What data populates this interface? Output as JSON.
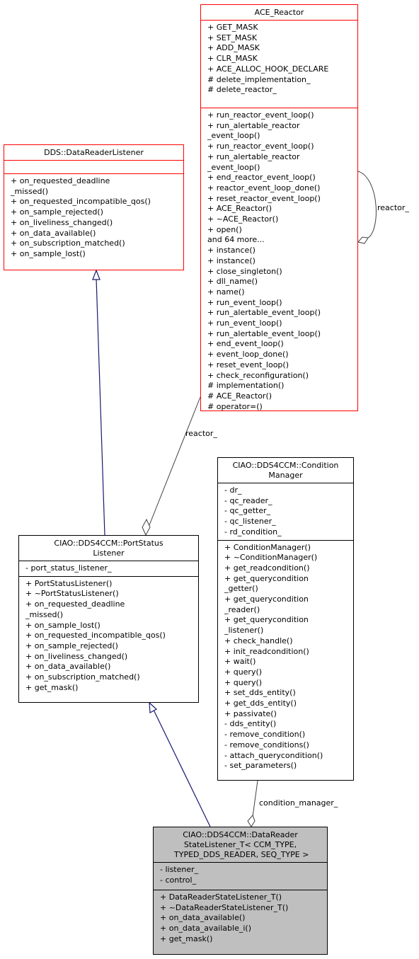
{
  "colors": {
    "border_default": "#000000",
    "border_highlight": "#ff0000",
    "focus_fill": "#bfbfbf",
    "inheritance_arrow": "#191970",
    "association": "#404040"
  },
  "classes": {
    "ace_reactor": {
      "title": [
        "ACE_Reactor"
      ],
      "attributes": [
        "+ GET_MASK",
        "+ SET_MASK",
        "+ ADD_MASK",
        "+ CLR_MASK",
        "+ ACE_ALLOC_HOOK_DECLARE",
        "# delete_implementation_",
        "# delete_reactor_"
      ],
      "methods": [
        "+ run_reactor_event_loop()",
        "+ run_alertable_reactor",
        "_event_loop()",
        "+ run_reactor_event_loop()",
        "+ run_alertable_reactor",
        "_event_loop()",
        "+ end_reactor_event_loop()",
        "+ reactor_event_loop_done()",
        "+ reset_reactor_event_loop()",
        "+ ACE_Reactor()",
        "+ ~ACE_Reactor()",
        "+ open()",
        "and 64 more...",
        "+ instance()",
        "+ instance()",
        "+ close_singleton()",
        "+ dll_name()",
        "+ name()",
        "+ run_event_loop()",
        "+ run_alertable_event_loop()",
        "+ run_event_loop()",
        "+ run_alertable_event_loop()",
        "+ end_event_loop()",
        "+ event_loop_done()",
        "+ reset_event_loop()",
        "+ check_reconfiguration()",
        "# implementation()",
        "# ACE_Reactor()",
        "# operator=()"
      ]
    },
    "dds_listener": {
      "title": [
        "DDS::DataReaderListener"
      ],
      "attributes": [],
      "methods": [
        "+ on_requested_deadline",
        "_missed()",
        "+ on_requested_incompatible_qos()",
        "+ on_sample_rejected()",
        "+ on_liveliness_changed()",
        "+ on_data_available()",
        "+ on_subscription_matched()",
        "+ on_sample_lost()"
      ]
    },
    "condition_manager": {
      "title": [
        "CIAO::DDS4CCM::Condition",
        "Manager"
      ],
      "attributes": [
        "- dr_",
        "- qc_reader_",
        "- qc_getter_",
        "- qc_listener_",
        "- rd_condition_"
      ],
      "methods": [
        "+ ConditionManager()",
        "+ ~ConditionManager()",
        "+ get_readcondition()",
        "+ get_querycondition",
        "_getter()",
        "+ get_querycondition",
        "_reader()",
        "+ get_querycondition",
        "_listener()",
        "+ check_handle()",
        "+ init_readcondition()",
        "+ wait()",
        "+ query()",
        "+ query()",
        "+ set_dds_entity()",
        "+ get_dds_entity()",
        "+ passivate()",
        "- dds_entity()",
        "- remove_condition()",
        "- remove_conditions()",
        "- attach_querycondition()",
        "- set_parameters()"
      ]
    },
    "port_status": {
      "title": [
        "CIAO::DDS4CCM::PortStatus",
        "Listener"
      ],
      "attributes": [
        "- port_status_listener_"
      ],
      "methods": [
        "+ PortStatusListener()",
        "+ ~PortStatusListener()",
        "+ on_requested_deadline",
        "_missed()",
        "+ on_sample_lost()",
        "+ on_requested_incompatible_qos()",
        "+ on_sample_rejected()",
        "+ on_liveliness_changed()",
        "+ on_data_available()",
        "+ on_subscription_matched()",
        "+ get_mask()"
      ]
    },
    "state_listener": {
      "title": [
        "CIAO::DDS4CCM::DataReader",
        "StateListener_T< CCM_TYPE,",
        " TYPED_DDS_READER, SEQ_TYPE >"
      ],
      "attributes": [
        "- listener_",
        "- control_"
      ],
      "methods": [
        "+ DataReaderStateListener_T()",
        "+ ~DataReaderStateListener_T()",
        "+ on_data_available()",
        "+ on_data_available_i()",
        "+ get_mask()"
      ]
    }
  },
  "labels": {
    "reactor_self": "reactor_",
    "reactor_assoc": "reactor_",
    "condition_manager": "condition_manager_"
  }
}
